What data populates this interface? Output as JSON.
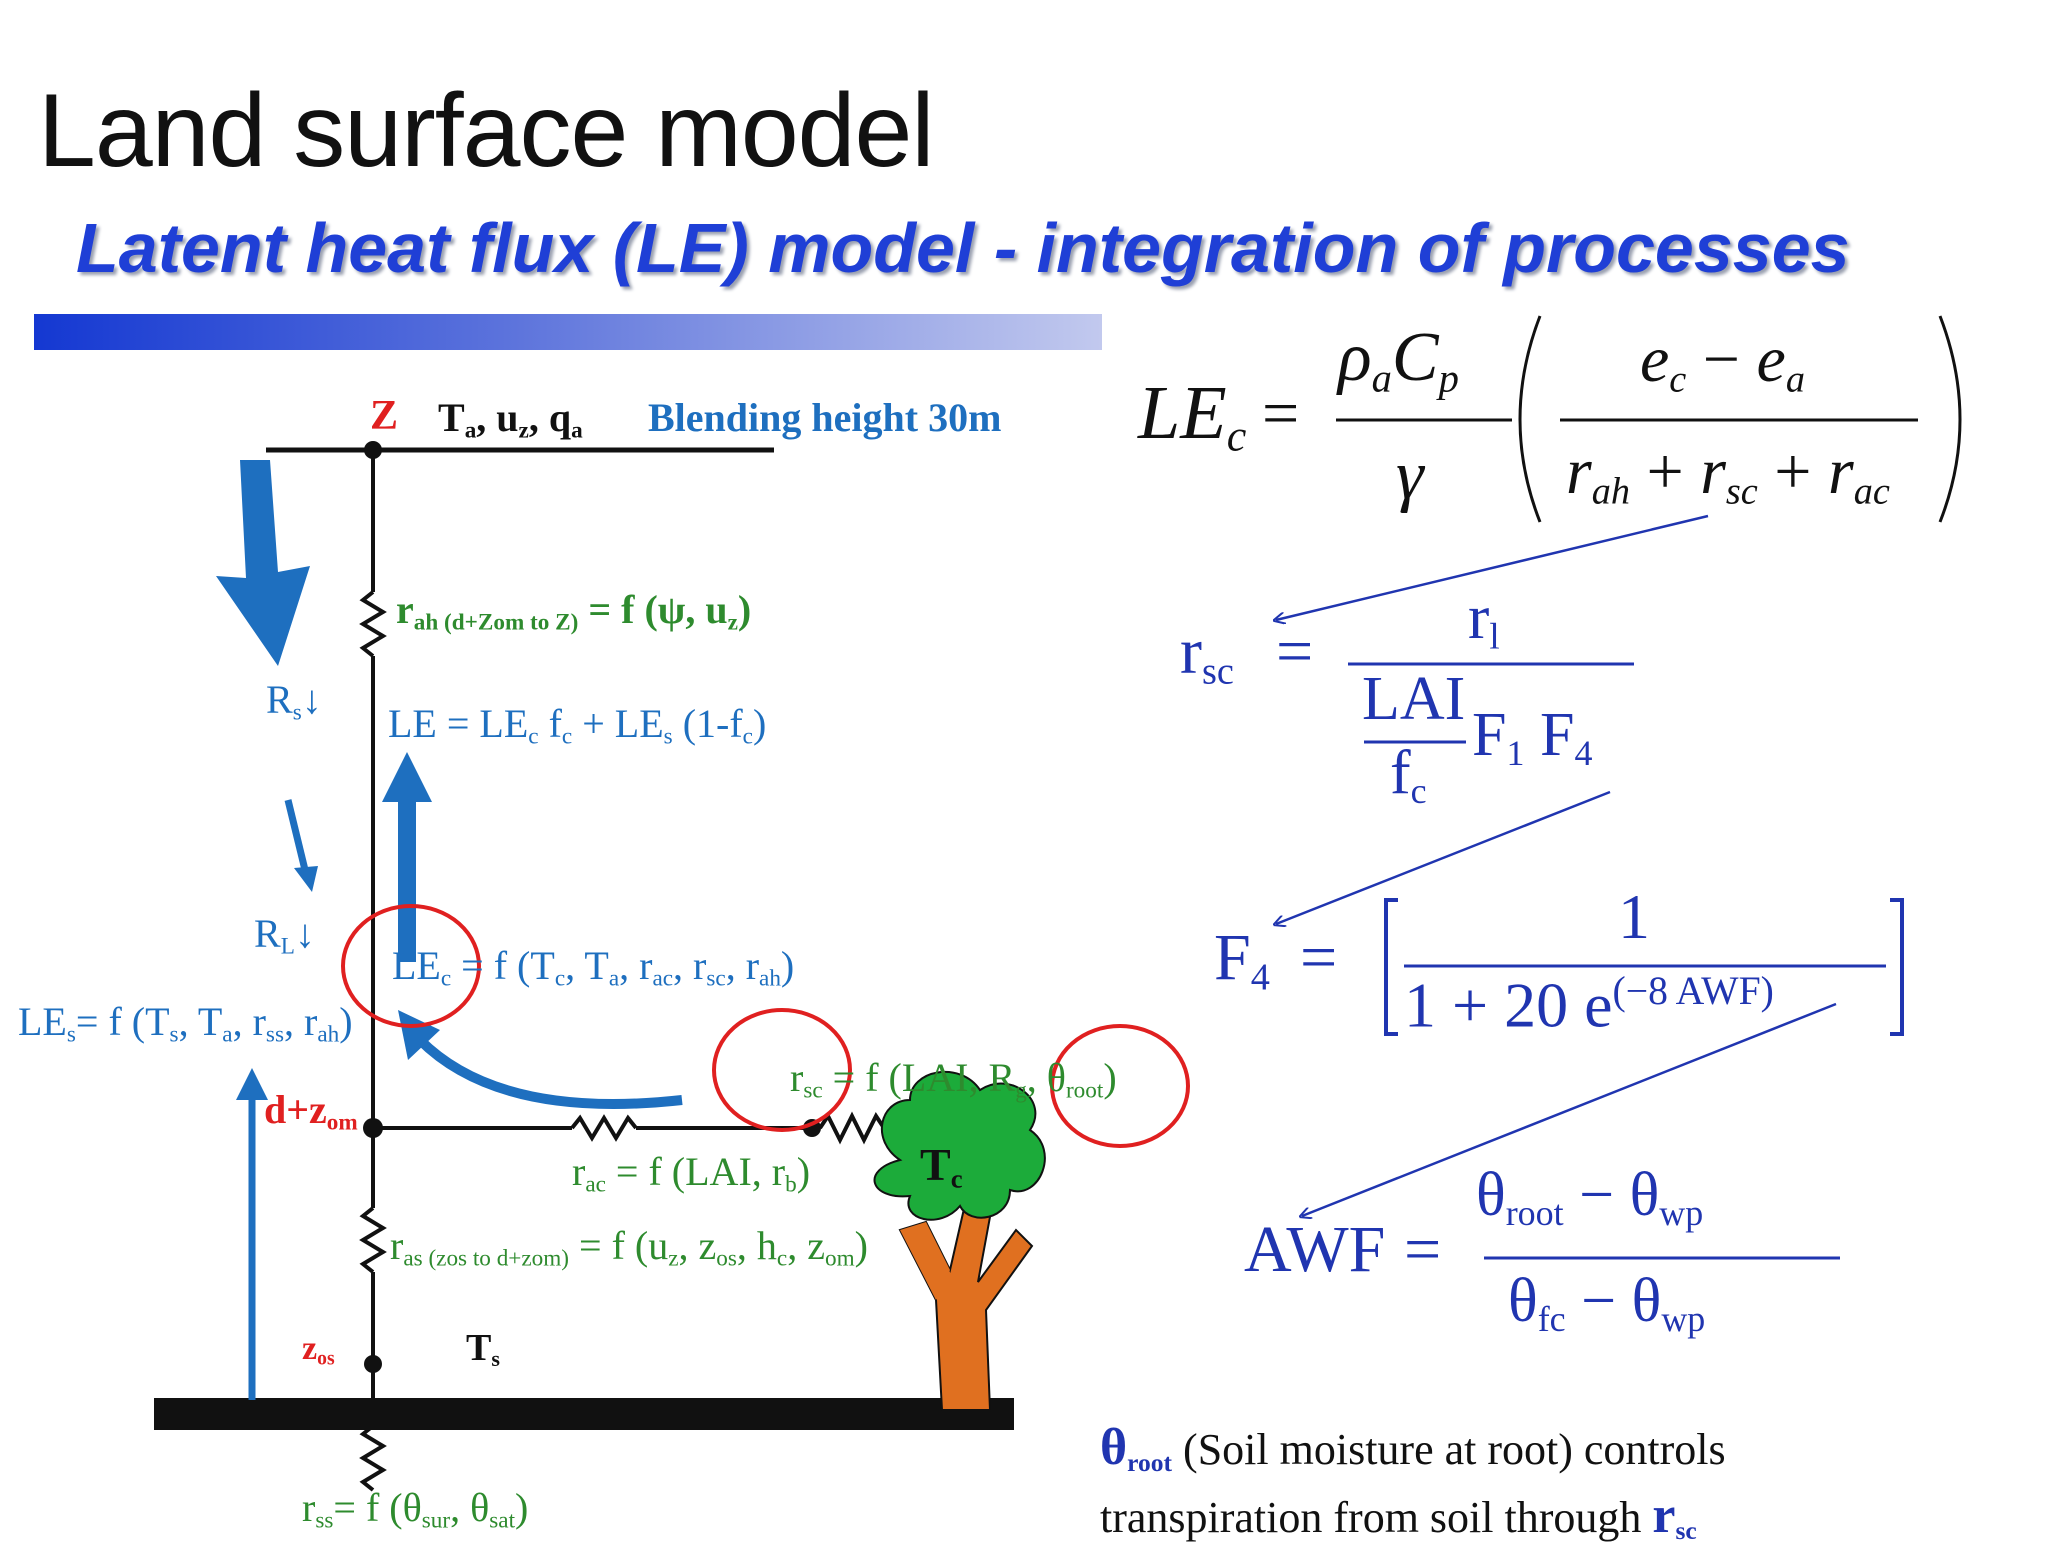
{
  "slide": {
    "title": "Land surface model",
    "subtitle": "Latent heat flux (LE) model - integration of processes"
  },
  "diagram": {
    "z_label": "Z",
    "top_vars": "T",
    "top_vars_sub1": "a",
    "top_vars_mid": ", u",
    "top_vars_sub2": "z",
    "top_vars_mid2": ", q",
    "top_vars_sub3": "a",
    "blending": "Blending height 30m",
    "rah_r": "r",
    "rah_sub": "ah (d+Zom to Z)",
    "rah_rest": " = f (ψ, u",
    "rah_sub2": "z",
    "rah_end": ")",
    "rs_r": "R",
    "rs_sub": "s",
    "rs_arrow": "↓",
    "le_total_a": "LE = LE",
    "le_total_b": "c",
    "le_total_c": " f",
    "le_total_d": "c",
    "le_total_e": " + LE",
    "le_total_f": "s",
    "le_total_g": " (1-f",
    "le_total_h": "c",
    "le_total_i": ")",
    "rl_r": "R",
    "rl_sub": "L",
    "rl_arrow": "↓",
    "lec_a": "LE",
    "lec_b": "c",
    "lec_c": " = f (T",
    "lec_d": "c",
    "lec_e": ", T",
    "lec_f": "a",
    "lec_g": ", r",
    "lec_h": "ac",
    "lec_i": ", r",
    "lec_j": "sc",
    "lec_k": ", r",
    "lec_l": "ah",
    "lec_m": ")",
    "les_a": "LE",
    "les_b": "s",
    "les_c": "= f (T",
    "les_d": "s",
    "les_e": ", T",
    "les_f": "a",
    "les_g": ", r",
    "les_h": "ss",
    "les_i": ", r",
    "les_j": "ah",
    "les_k": ")",
    "rsc_a": "r",
    "rsc_b": "sc",
    "rsc_c": " = f (LAI, R",
    "rsc_d": "g",
    "rsc_e": ", θ",
    "rsc_f": "root",
    "rsc_g": ")",
    "dz_a": "d+z",
    "dz_b": "om",
    "rac_a": "r",
    "rac_b": "ac",
    "rac_c": " = f (LAI, r",
    "rac_d": "b",
    "rac_e": ")",
    "tc_a": "T",
    "tc_b": "c",
    "ras_a": "r",
    "ras_b": "as (zos to d+zom)",
    "ras_c": " = f (u",
    "ras_d": "z",
    "ras_e": ", z",
    "ras_f": "os",
    "ras_g": ", h",
    "ras_h": "c",
    "ras_i": ", z",
    "ras_j": "om",
    "ras_k": ")",
    "zos_a": "z",
    "zos_b": "os",
    "ts_a": "T",
    "ts_b": "s",
    "rss_a": "r",
    "rss_b": "ss",
    "rss_c": "= f (θ",
    "rss_d": "sur",
    "rss_e": ", θ",
    "rss_f": "sat",
    "rss_g": ")"
  },
  "equations": {
    "lec_lhs": "LE",
    "lec_lhs_sub": "c",
    "lec_eq": "=",
    "rho": "ρ",
    "rho_sub": "a",
    "cp": "C",
    "cp_sub": "p",
    "gamma": "γ",
    "ec": "e",
    "ec_sub": "c",
    "minus": " − ",
    "ea": "e",
    "ea_sub": "a",
    "r1": "r",
    "r1_sub": "ah",
    "plus": " + ",
    "r2": "r",
    "r2_sub": "sc",
    "r3": "r",
    "r3_sub": "ac",
    "rsc_lhs": "r",
    "rsc_lhs_sub": "sc",
    "rsc_eq": "=",
    "rsc_num": "r",
    "rsc_num_sub": "l",
    "lai": "LAI",
    "fc": "f",
    "fc_sub": "c",
    "f1": "F",
    "f1_sub": "1",
    "f4": "F",
    "f4_sub": "4",
    "f4_lhs": "F",
    "f4_lhs_sub": "4",
    "f4_eq": "=",
    "f4_num": "1",
    "f4_den": "1 + 20 e",
    "f4_exp": "(−8 AWF)",
    "awf_lhs": "AWF",
    "awf_eq": "=",
    "awf_num_a": "θ",
    "awf_num_b": "root",
    "awf_num_c": " − θ",
    "awf_num_d": "wp",
    "awf_den_a": "θ",
    "awf_den_b": "fc",
    "awf_den_c": " − θ",
    "awf_den_d": "wp"
  },
  "note": {
    "theta": "θ",
    "theta_sub": "root",
    "line1_rest": " (Soil moisture  at root) controls",
    "line2": "transpiration  from soil through ",
    "rsc": "r",
    "rsc_sub": "sc"
  },
  "colors": {
    "title_blue": "#1f3fd6",
    "arrow_blue": "#1e6fbf",
    "equation_blue": "#2035b0",
    "resist_green": "#2e8b2e",
    "highlight_red": "#e02020",
    "tree_green": "#1cab3a",
    "trunk_orange": "#e07020"
  }
}
